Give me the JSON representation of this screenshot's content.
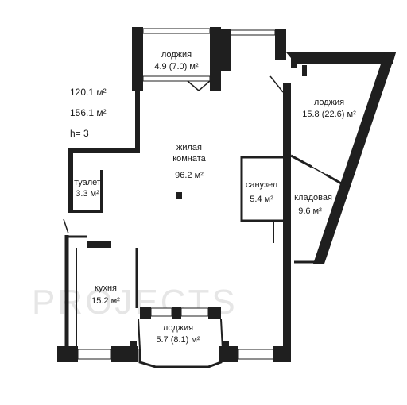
{
  "summary": {
    "total_area": "120.1 м²",
    "area_with_loggias": "156.1 м²",
    "ceiling": "h= 3"
  },
  "rooms": {
    "loggia_top": {
      "name": "лоджия",
      "area": "4.9 (7.0) м²"
    },
    "loggia_right": {
      "name": "лоджия",
      "area": "15.8 (22.6) м²"
    },
    "living": {
      "name1": "жилая",
      "name2": "комната",
      "area": "96.2 м²"
    },
    "toilet": {
      "name": "туалет",
      "area": "3.3 м²"
    },
    "bathroom": {
      "name": "санузел",
      "area": "5.4 м²"
    },
    "storage": {
      "name": "кладовая",
      "area": "9.6 м²"
    },
    "kitchen": {
      "name": "кухня",
      "area": "15.2 м²"
    },
    "loggia_bottom": {
      "name": "лоджия",
      "area": "5.7 (8.1) м²"
    }
  },
  "watermark": "PROJECTS"
}
